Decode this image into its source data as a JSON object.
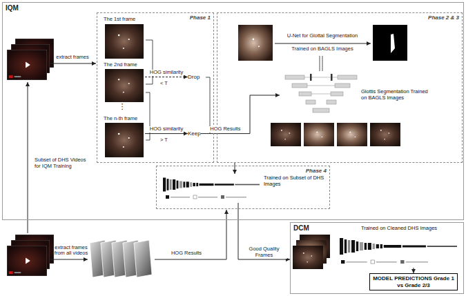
{
  "diagram": {
    "nodes": [
      {
        "text": [
          "IQM"
        ]
      },
      {
        "text": [
          "Phase 1"
        ],
        "in": 0
      },
      {
        "text": [
          "The 1st frame"
        ],
        "in": 1
      },
      {
        "text": [
          "The 2nd frame"
        ],
        "in": 1
      },
      {
        "text": [
          "The n-th frame"
        ],
        "in": 1
      },
      {
        "text": [
          "Drop"
        ],
        "in": 1
      },
      {
        "text": [
          "Keep"
        ],
        "in": 1
      },
      {
        "text": [
          "Phase 2 & 3"
        ],
        "in": 0
      },
      {
        "text": [
          "Glottis Segmentation Trained on BAGLS Images"
        ],
        "in": 7
      },
      {
        "text": [
          "Phase 4"
        ],
        "in": 0
      },
      {
        "text": [
          "Trained on Subset of DHS Images"
        ],
        "in": 9
      },
      {
        "text": [
          "DCM"
        ]
      },
      {
        "text": [
          "Trained on Cleaned DHS Images"
        ],
        "in": 11
      },
      {
        "text": [
          "MODEL PREDICTIONS Grade 1 vs Grade 2/3"
        ],
        "in": 11
      }
    ],
    "edges": [
      {
        "from": 3,
        "to": 5,
        "label": "HOG similarity",
        "arrow": "to"
      },
      {
        "from": 4,
        "to": 6,
        "label": "HOG similarity",
        "arrow": "to"
      },
      {
        "from": 6,
        "to": 8,
        "label": "HOG Results",
        "arrow": "to"
      },
      {
        "from": 7,
        "to": 10,
        "arrow": "to"
      },
      {
        "from": 10,
        "to": 11,
        "label": "Good Quality Frames",
        "arrow": "to"
      },
      {
        "from": 12,
        "to": 13,
        "arrow": "to"
      }
    ],
    "labels": [
      "extract frames",
      "⋮",
      "< T",
      "> T",
      "U-Net for Glottal Segmentation",
      "Trained on BAGLS Images",
      "Subset of DHS Videos for IQM Training",
      "extract frames from all videos",
      "HOG Results"
    ]
  }
}
